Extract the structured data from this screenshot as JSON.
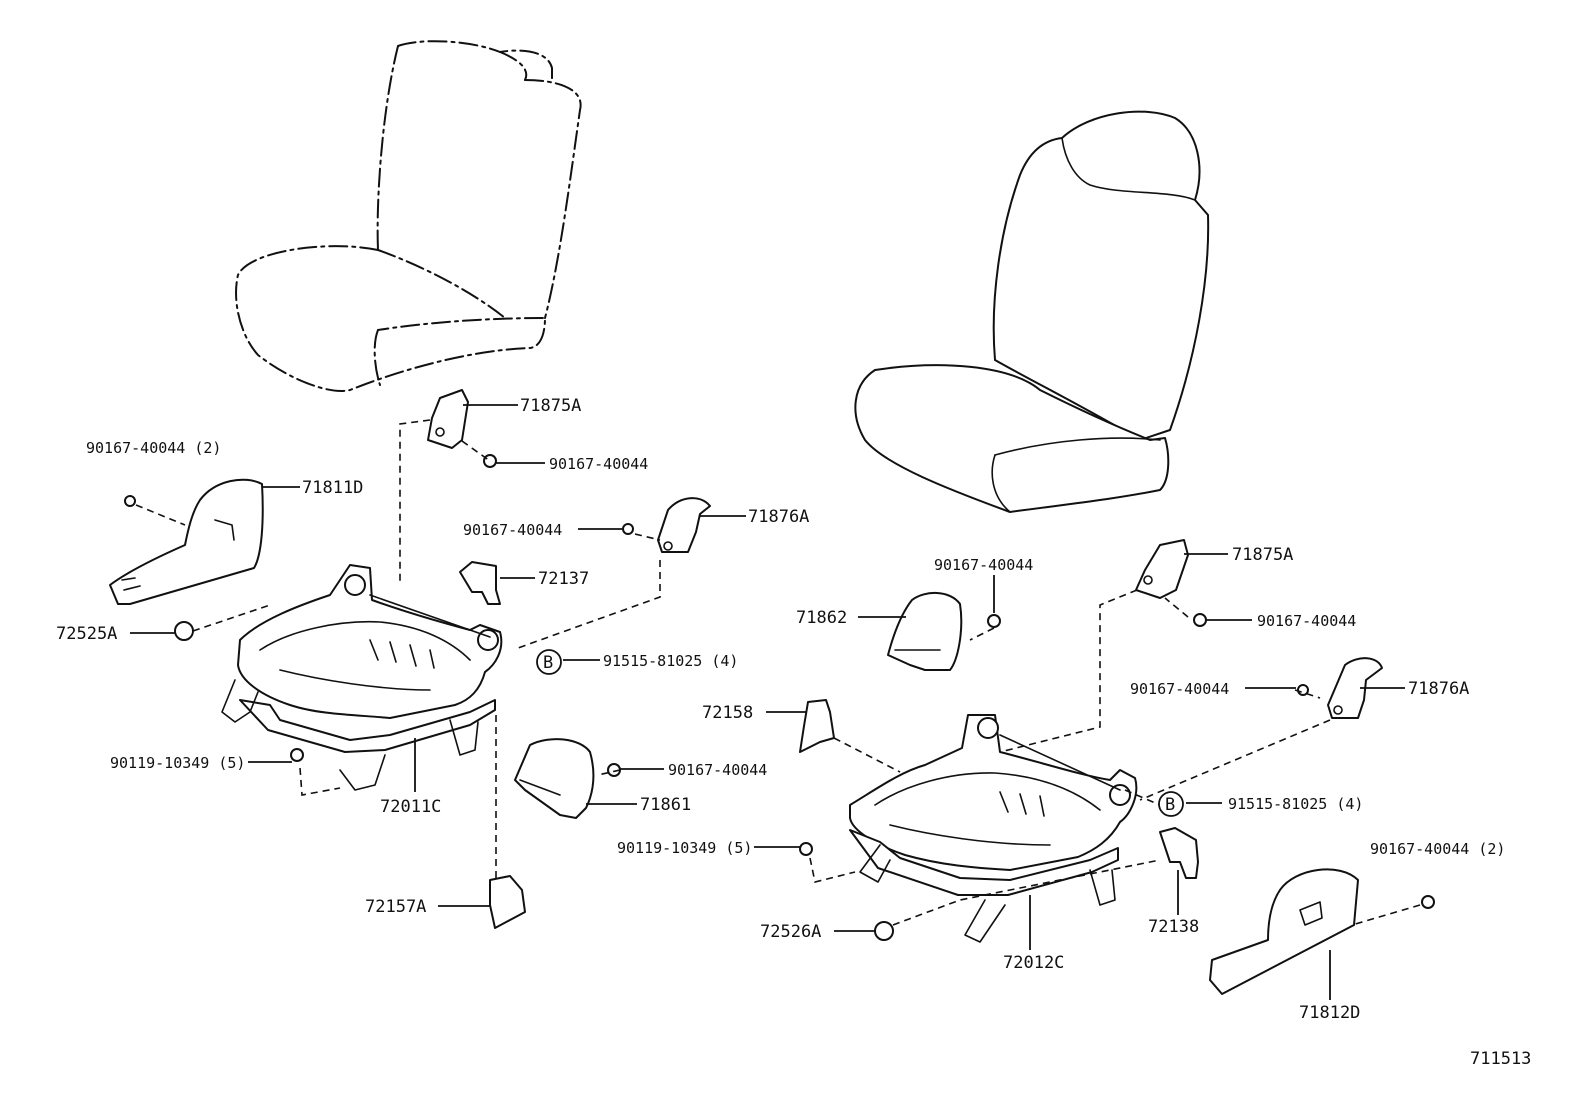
{
  "diagram": {
    "drawing_number": "711513",
    "callouts": {
      "c_71875A_l": "71875A",
      "c_90167_top_l": "90167-40044",
      "c_90167_2_l": "90167-40044 (2)",
      "c_71811D": "71811D",
      "c_90167_mid_l": "90167-40044",
      "c_71876A_l": "71876A",
      "c_72137": "72137",
      "c_72525A": "72525A",
      "c_B_l": "B",
      "c_91515_l": "91515-81025 (4)",
      "c_90119_l": "90119-10349 (5)",
      "c_72011C": "72011C",
      "c_90167_71861": "90167-40044",
      "c_71861": "71861",
      "c_72157A": "72157A",
      "c_90167_71862": "90167-40044",
      "c_71862": "71862",
      "c_71875A_r": "71875A",
      "c_90167_top_r": "90167-40044",
      "c_90167_mid_r": "90167-40044",
      "c_71876A_r": "71876A",
      "c_72158": "72158",
      "c_B_r": "B",
      "c_91515_r": "91515-81025 (4)",
      "c_90119_r": "90119-10349 (5)",
      "c_72138": "72138",
      "c_90167_2_r": "90167-40044 (2)",
      "c_72526A": "72526A",
      "c_72012C": "72012C",
      "c_71812D": "71812D"
    }
  }
}
